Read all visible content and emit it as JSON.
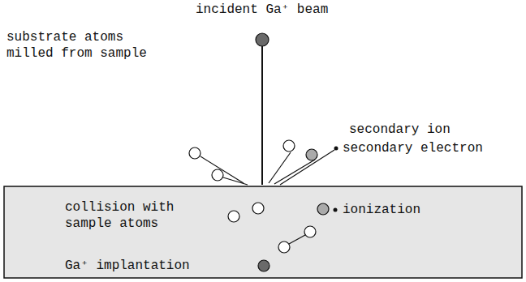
{
  "diagram": {
    "labels": [
      "incident Ga⁺ beam",
      "substrate atoms milled from sample",
      "secondary ion",
      "secondary electron",
      "collision with sample atoms",
      "ionization",
      "Ga⁺ implantation"
    ]
  }
}
